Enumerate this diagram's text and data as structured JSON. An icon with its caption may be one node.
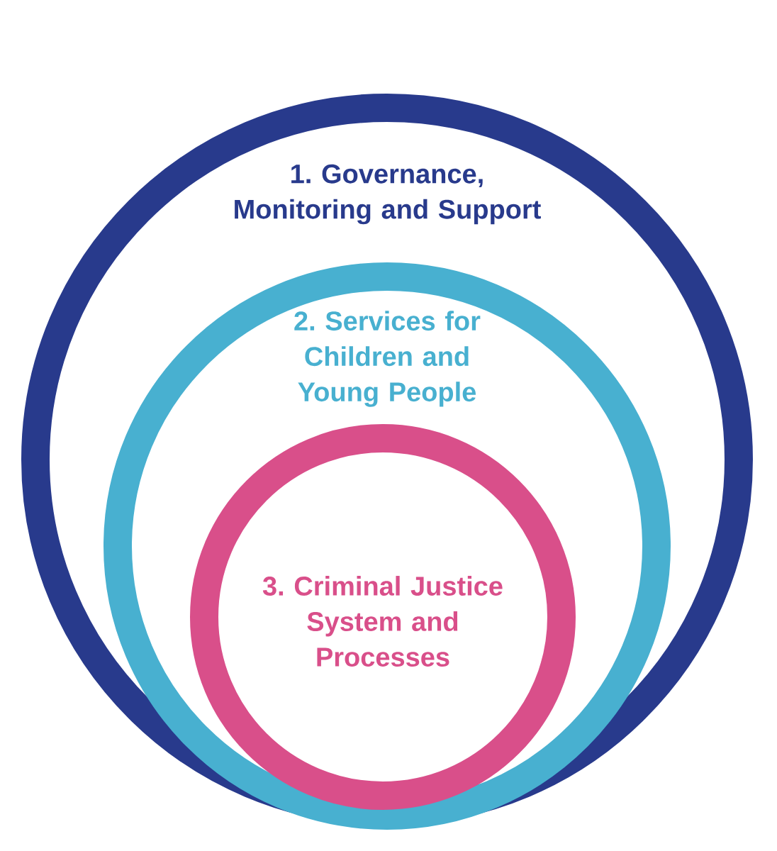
{
  "diagram": {
    "nodes": [
      {
        "text": [
          "1. Governance, Monitoring and Support"
        ]
      },
      {
        "text": [
          "2. Services for Children and Young People"
        ],
        "in": 0
      },
      {
        "text": [
          "3. Criminal Justice System and Processes"
        ],
        "in": 1
      }
    ]
  }
}
